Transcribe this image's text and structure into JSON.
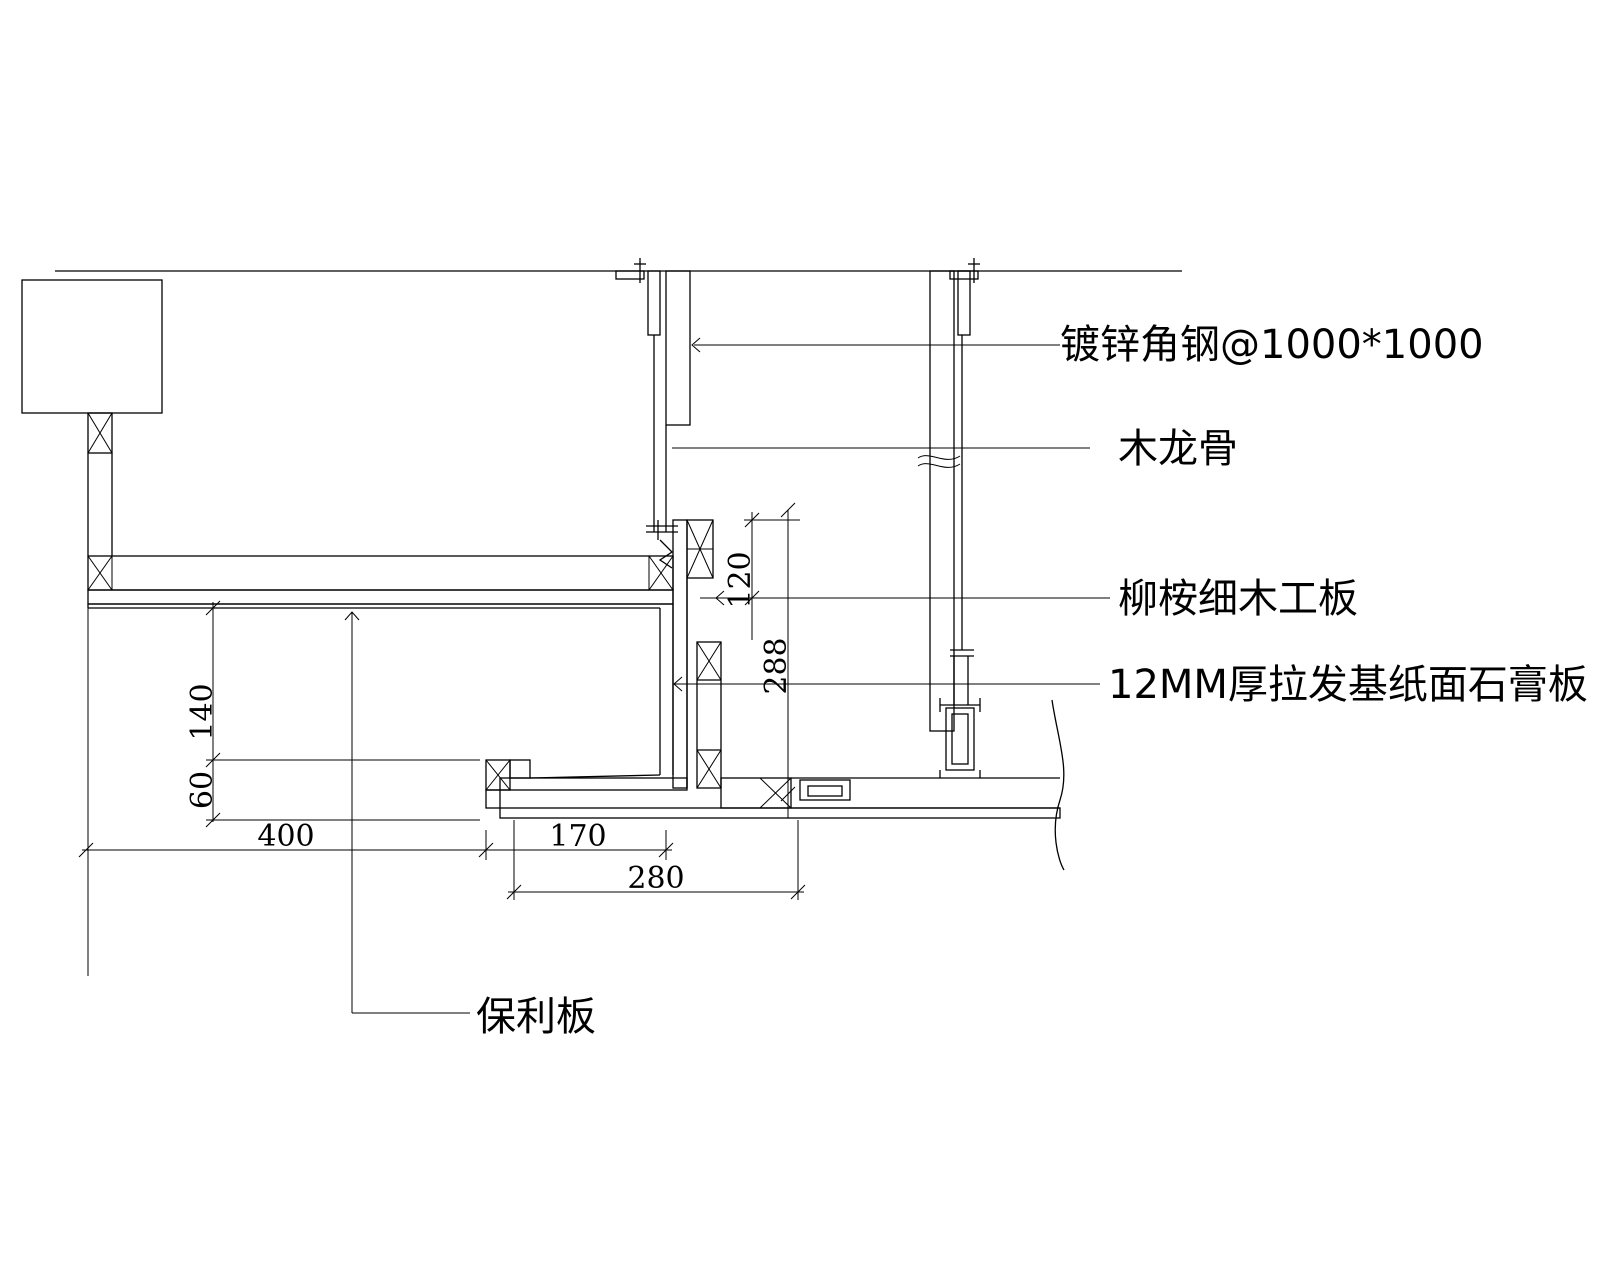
{
  "labels": {
    "angle_steel": "镀锌角钢@1000*1000",
    "wood_keel": "木龙骨",
    "blockboard": "柳桉细木工板",
    "gypsum_board": "12MM厚拉发基纸面石膏板",
    "poly_board": "保利板"
  },
  "dimensions": {
    "d140": "140",
    "d60": "60",
    "d400": "400",
    "d170": "170",
    "d280": "280",
    "d120": "120",
    "d288": "288"
  }
}
